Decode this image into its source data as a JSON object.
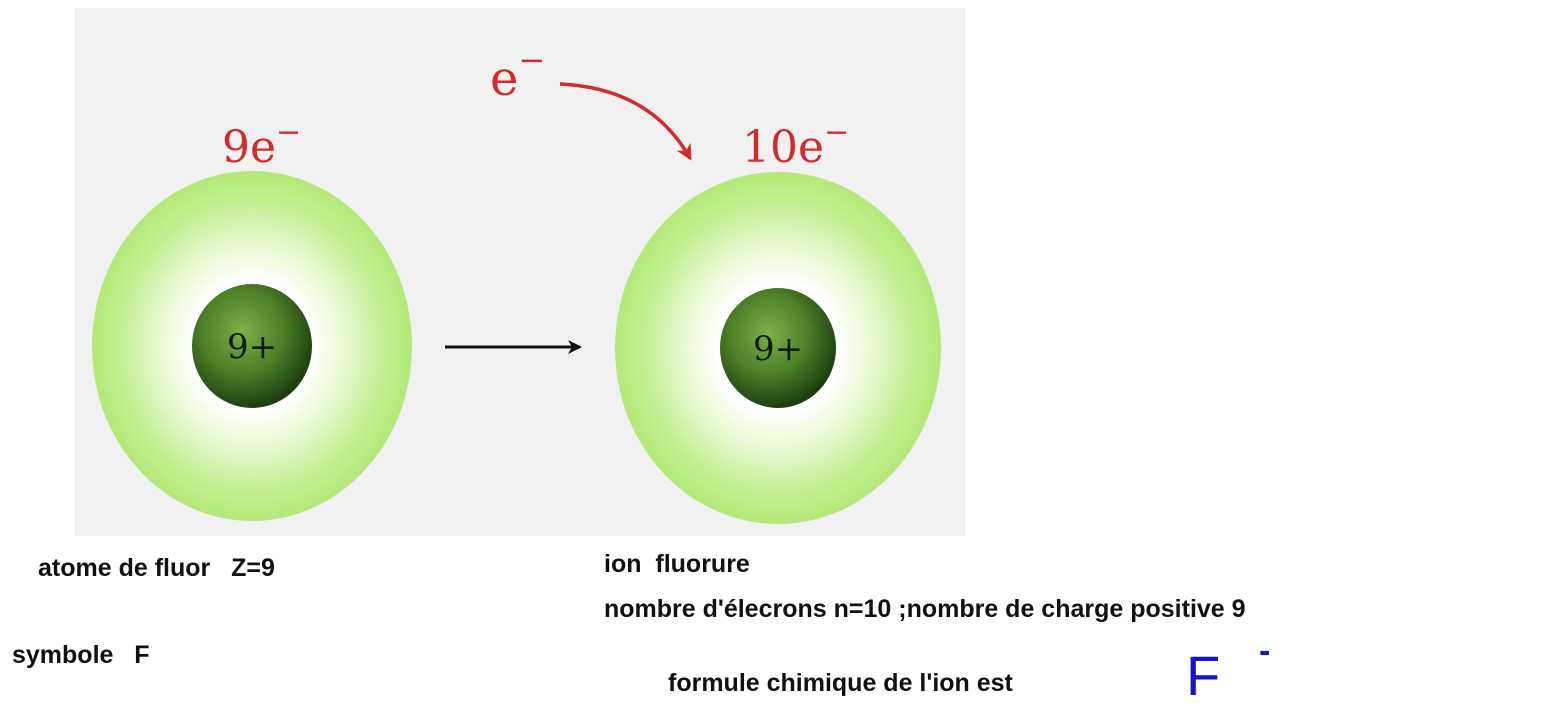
{
  "diagram": {
    "atom": {
      "electron_count_label": "9e",
      "electron_count_sup": "−",
      "nucleus_charge": "9+",
      "caption": "atome de fluor   Z=9",
      "symbol_line": "symbole   F"
    },
    "ion": {
      "electron_count_label": "10e",
      "electron_count_sup": "−",
      "nucleus_charge": "9+",
      "caption_name": "ion  fluorure",
      "caption_detail": "nombre d'élecrons n=10 ;nombre de charge positive 9",
      "formula_label": "formule chimique de l'ion est",
      "formula_symbol": "F",
      "formula_charge": "-"
    },
    "incoming_electron": {
      "label": "e",
      "sup": "−"
    },
    "colors": {
      "electron_text": "#d42a2a",
      "cloud_outer": "#b5ea7c",
      "cloud_inner": "#ffffff",
      "nucleus_light": "#6fa043",
      "nucleus_dark": "#1e4410",
      "formula": "#1313d8"
    }
  }
}
